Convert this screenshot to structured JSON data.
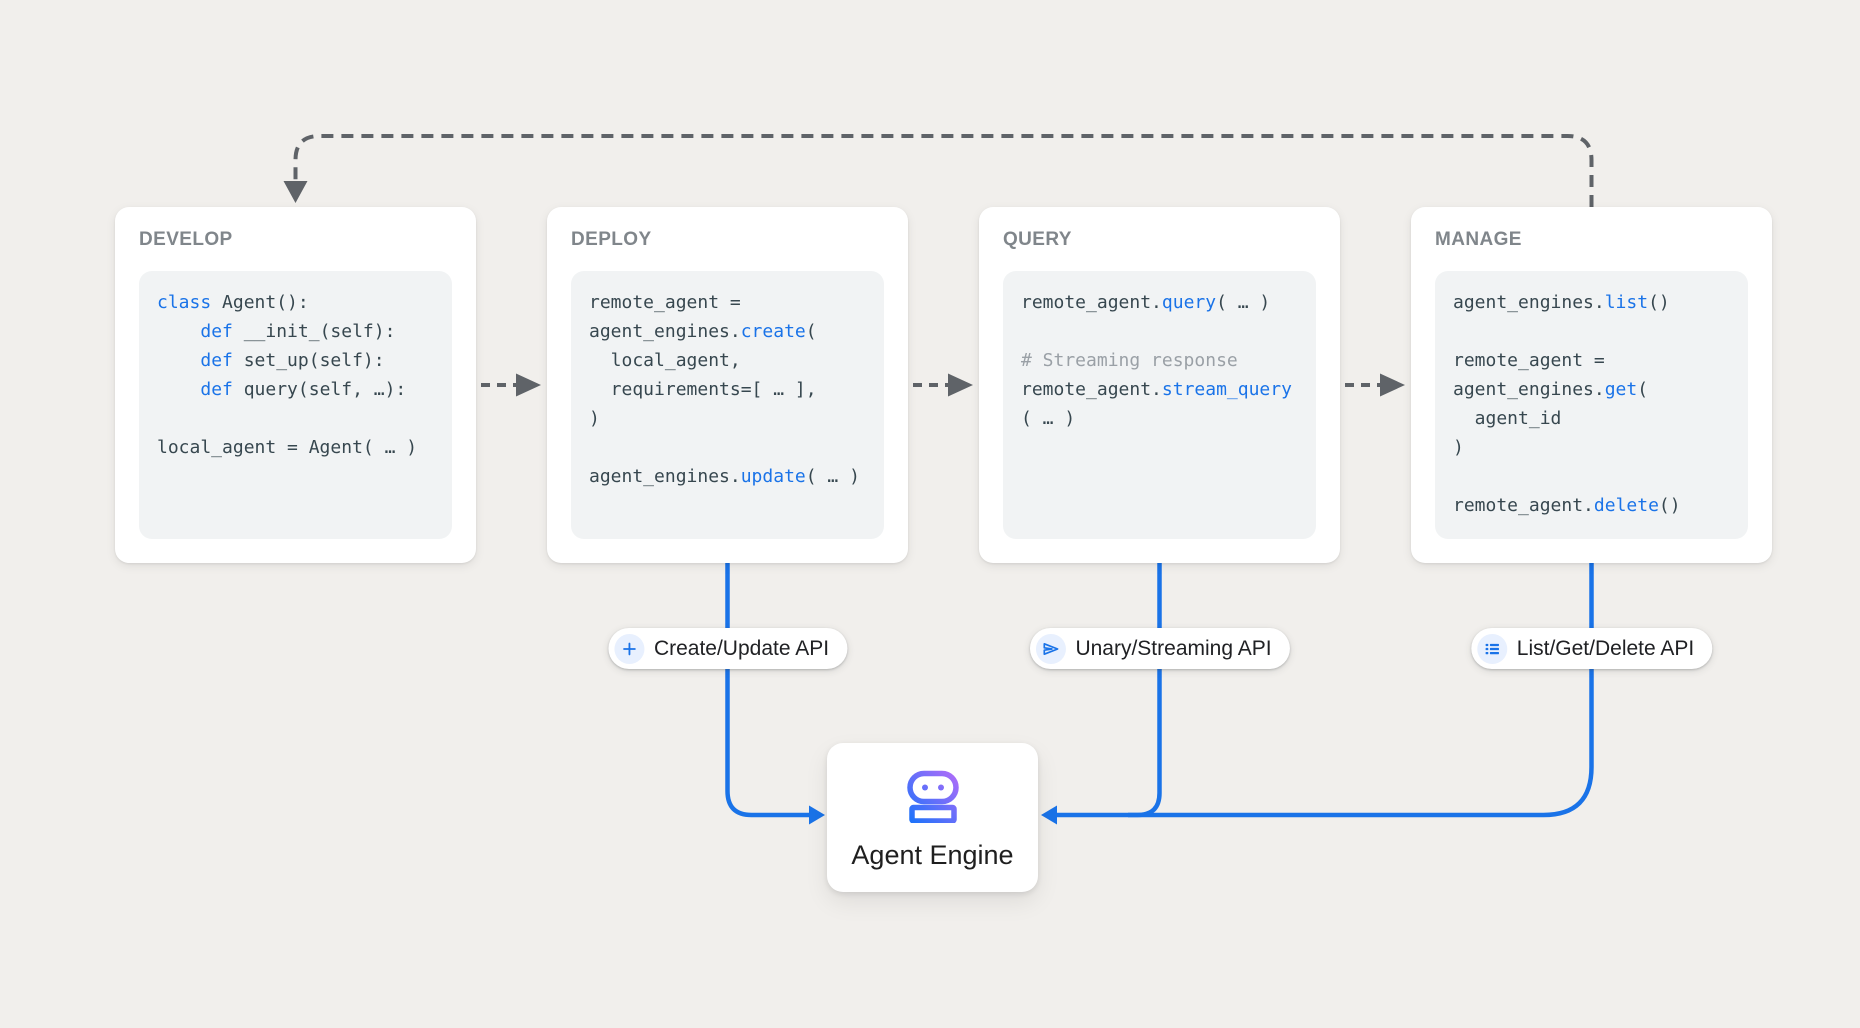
{
  "colors": {
    "background": "#f1efec",
    "card_bg": "#ffffff",
    "code_bg": "#f1f3f4",
    "accent_blue": "#1a73e8",
    "code_text": "#37474f",
    "comment_text": "#9aa0a6",
    "title_text": "#80868b",
    "dash_gray": "#5f6368",
    "pill_icon_bg": "#e8f0fe",
    "pill_text": "#202124",
    "engine_text": "#1f1f1f",
    "robot_gradient_start": "#2172fa",
    "robot_gradient_end": "#b06cf9"
  },
  "cards": [
    {
      "title": "DEVELOP",
      "code": [
        [
          {
            "t": "class",
            "s": "k"
          },
          {
            "t": " Agent():"
          }
        ],
        [
          {
            "t": "    "
          },
          {
            "t": "def",
            "s": "k"
          },
          {
            "t": " __init_(self):"
          }
        ],
        [
          {
            "t": "    "
          },
          {
            "t": "def",
            "s": "k"
          },
          {
            "t": " set_up(self):"
          }
        ],
        [
          {
            "t": "    "
          },
          {
            "t": "def",
            "s": "k"
          },
          {
            "t": " query(self, …):"
          }
        ],
        [],
        [
          {
            "t": "local_agent = Agent( … )"
          }
        ]
      ]
    },
    {
      "title": "DEPLOY",
      "code": [
        [
          {
            "t": "remote_agent ="
          }
        ],
        [
          {
            "t": "agent_engines."
          },
          {
            "t": "create",
            "s": "k"
          },
          {
            "t": "("
          }
        ],
        [
          {
            "t": "  local_agent,"
          }
        ],
        [
          {
            "t": "  requirements=[ … ],"
          }
        ],
        [
          {
            "t": ")"
          }
        ],
        [],
        [
          {
            "t": "agent_engines."
          },
          {
            "t": "update",
            "s": "k"
          },
          {
            "t": "( … )"
          }
        ]
      ]
    },
    {
      "title": "QUERY",
      "code": [
        [
          {
            "t": "remote_agent."
          },
          {
            "t": "query",
            "s": "k"
          },
          {
            "t": "( … )"
          }
        ],
        [],
        [
          {
            "t": "# Streaming response",
            "s": "c"
          }
        ],
        [
          {
            "t": "remote_agent."
          },
          {
            "t": "stream_query",
            "s": "k"
          }
        ],
        [
          {
            "t": "( … )"
          }
        ]
      ]
    },
    {
      "title": "MANAGE",
      "code": [
        [
          {
            "t": "agent_engines."
          },
          {
            "t": "list",
            "s": "k"
          },
          {
            "t": "()"
          }
        ],
        [],
        [
          {
            "t": "remote_agent ="
          }
        ],
        [
          {
            "t": "agent_engines."
          },
          {
            "t": "get",
            "s": "k"
          },
          {
            "t": "("
          }
        ],
        [
          {
            "t": "  agent_id"
          }
        ],
        [
          {
            "t": ")"
          }
        ],
        [],
        [
          {
            "t": "remote_agent."
          },
          {
            "t": "delete",
            "s": "k"
          },
          {
            "t": "()"
          }
        ]
      ]
    }
  ],
  "pills": [
    {
      "label": "Create/Update API",
      "icon": "plus-icon"
    },
    {
      "label": "Unary/Streaming API",
      "icon": "send-icon"
    },
    {
      "label": "List/Get/Delete API",
      "icon": "list-icon"
    }
  ],
  "engine": {
    "label": "Agent Engine",
    "icon": "robot-icon"
  }
}
